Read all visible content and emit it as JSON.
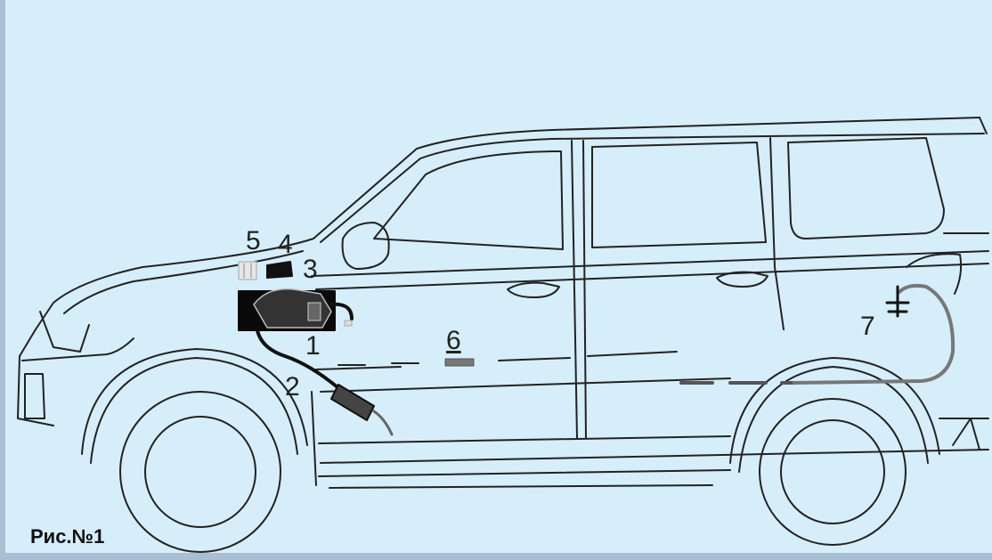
{
  "caption": "Рис.№1",
  "callouts": {
    "c1": "1",
    "c2": "2",
    "c3": "3",
    "c4": "4",
    "c5": "5",
    "c6": "6",
    "c7": "7"
  },
  "colors": {
    "background": "#d6eefa",
    "outline": "#222222",
    "hose": "#666666",
    "device": "#111111"
  }
}
